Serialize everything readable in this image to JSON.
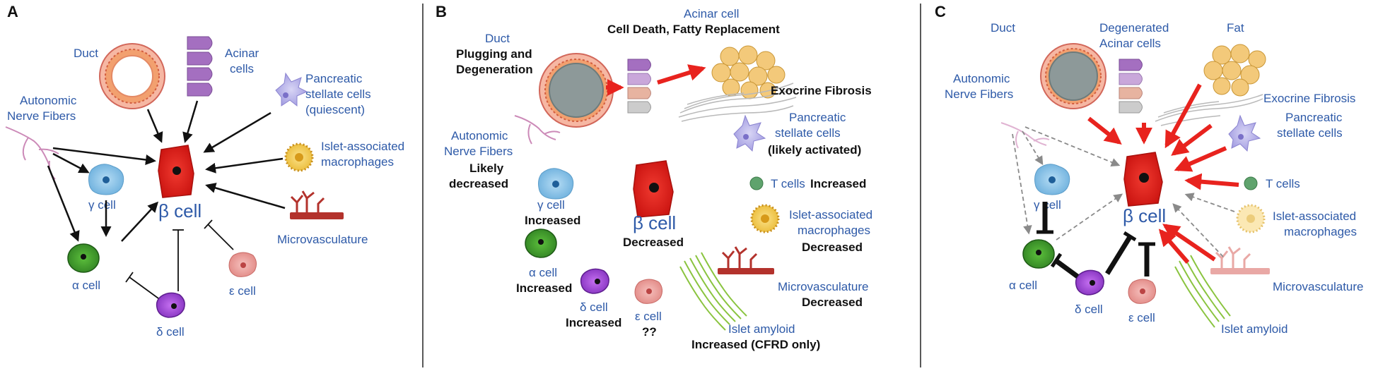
{
  "panels": {
    "a": {
      "letter": "A",
      "duct": "Duct",
      "acinar": [
        "Acinar",
        "cells"
      ],
      "stellate": [
        "Pancreatic",
        "stellate cells",
        "(quiescent)"
      ],
      "nerve": [
        "Autonomic",
        "Nerve Fibers"
      ],
      "macrophages": [
        "Islet-associated",
        "macrophages"
      ],
      "beta": "β cell",
      "gamma": "γ cell",
      "alpha": "α cell",
      "delta": "δ cell",
      "epsilon": "ε cell",
      "vasculature": "Microvasculature"
    },
    "b": {
      "letter": "B",
      "duct": "Duct",
      "duct_status": [
        "Plugging and",
        "Degeneration"
      ],
      "acinar": "Acinar cell",
      "acinar_status": "Cell Death, Fatty Replacement",
      "fibrosis": "Exocrine Fibrosis",
      "stellate": [
        "Pancreatic",
        "stellate cells"
      ],
      "stellate_status": "(likely activated)",
      "nerve": [
        "Autonomic",
        "Nerve Fibers"
      ],
      "nerve_status": [
        "Likely",
        "decreased"
      ],
      "tcells": "T cells",
      "tcells_status": "Increased",
      "gamma": "γ cell",
      "gamma_status": "Increased",
      "beta": "β cell",
      "beta_status": "Decreased",
      "macrophages": [
        "Islet-associated",
        "macrophages"
      ],
      "macrophages_status": "Decreased",
      "alpha": "α cell",
      "alpha_status": "Increased",
      "delta": "δ cell",
      "delta_status": "Increased",
      "epsilon": "ε cell",
      "epsilon_status": "??",
      "vasculature": "Microvasculature",
      "vasculature_status": "Decreased",
      "amyloid": "Islet amyloid",
      "amyloid_status": "Increased (CFRD only)"
    },
    "c": {
      "letter": "C",
      "duct": "Duct",
      "acinar": [
        "Degenerated",
        "Acinar cells"
      ],
      "fat": "Fat",
      "nerve": [
        "Autonomic",
        "Nerve Fibers"
      ],
      "fibrosis": "Exocrine Fibrosis",
      "stellate": [
        "Pancreatic",
        "stellate cells"
      ],
      "tcells": "T cells",
      "gamma": "γ cell",
      "beta": "β cell",
      "macrophages": [
        "Islet-associated",
        "macrophages"
      ],
      "alpha": "α cell",
      "delta": "δ cell",
      "epsilon": "ε cell",
      "vasculature": "Microvasculature",
      "amyloid": "Islet amyloid"
    }
  },
  "colors": {
    "label_blue": "#2e5aa8",
    "beta_red": "#e0211c",
    "alpha_green": "#3f9a2c",
    "gamma_blue": "#7db9e3",
    "delta_purple": "#9b3fd0",
    "epsilon_pink": "#e9908c",
    "arrow_red": "#e8231e",
    "arrow_grey": "#8a8a8a"
  }
}
